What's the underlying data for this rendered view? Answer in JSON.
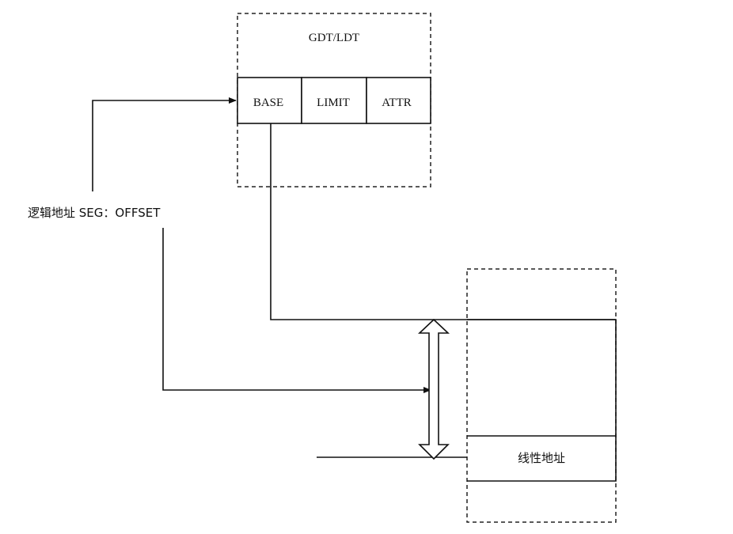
{
  "gdt": {
    "title": "GDT/LDT",
    "fields": [
      "BASE",
      "LIMIT",
      "ATTR"
    ]
  },
  "logical_address": {
    "label": "逻辑地址 SEG：OFFSET"
  },
  "memory": {
    "linear_address_label": "线性地址"
  }
}
